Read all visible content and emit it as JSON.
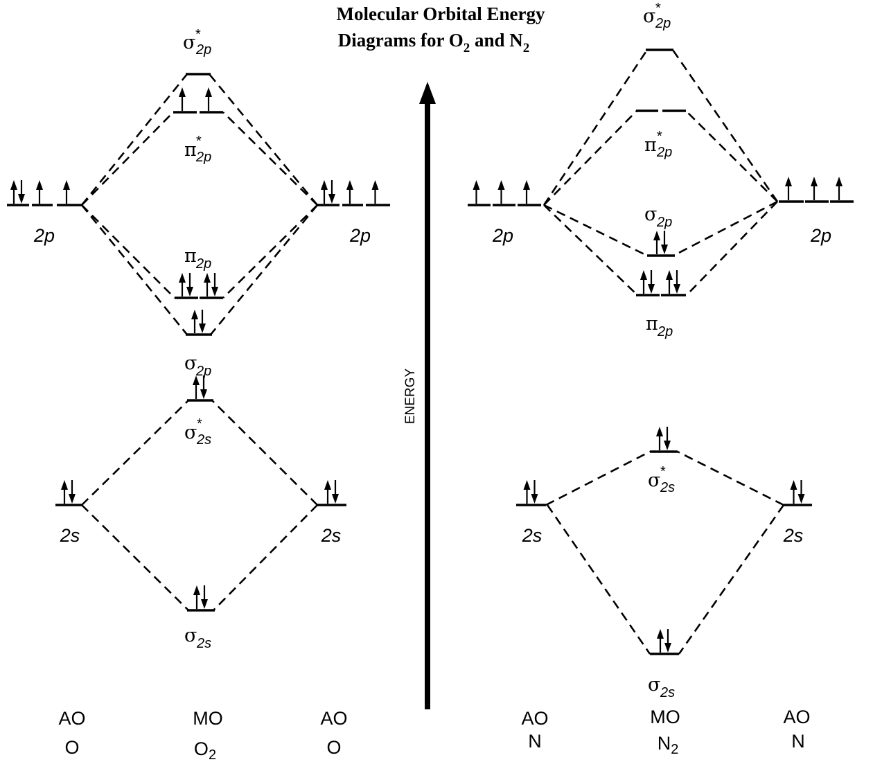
{
  "title": {
    "line1": "Molecular Orbital Energy",
    "line2_prefix": "Diagrams for O",
    "line2_sub1": "2",
    "line2_mid": " and N",
    "line2_sub2": "2"
  },
  "energy_axis_label": "ENERGY",
  "labels": {
    "ao": "AO",
    "mo": "MO",
    "o_atom": "O",
    "o2_base": "O",
    "o2_sub": "2",
    "n_atom": "N",
    "n2_base": "N",
    "n2_sub": "2",
    "two_p": "2p",
    "two_s": "2s",
    "sigma": "σ",
    "pi": "π",
    "star": "*",
    "sub_2p": "2p",
    "sub_2s": "2s"
  },
  "o2": {
    "ao_2p_electrons": [
      2,
      1,
      1
    ],
    "ao_2s_electrons": [
      2
    ],
    "sigma_star_2p_electrons": [
      0
    ],
    "pi_star_2p_electrons": [
      1,
      1
    ],
    "pi_2p_electrons": [
      2,
      2
    ],
    "sigma_2p_electrons": [
      2
    ],
    "sigma_star_2s_electrons": [
      2
    ],
    "sigma_2s_electrons": [
      2
    ]
  },
  "n2": {
    "ao_2p_electrons": [
      1,
      1,
      1
    ],
    "ao_2s_electrons": [
      2
    ],
    "sigma_star_2p_electrons": [
      0
    ],
    "pi_star_2p_electrons": [
      0,
      0
    ],
    "sigma_2p_electrons": [
      2
    ],
    "pi_2p_electrons": [
      2,
      2
    ],
    "sigma_star_2s_electrons": [
      2
    ],
    "sigma_2s_electrons": [
      2
    ]
  }
}
